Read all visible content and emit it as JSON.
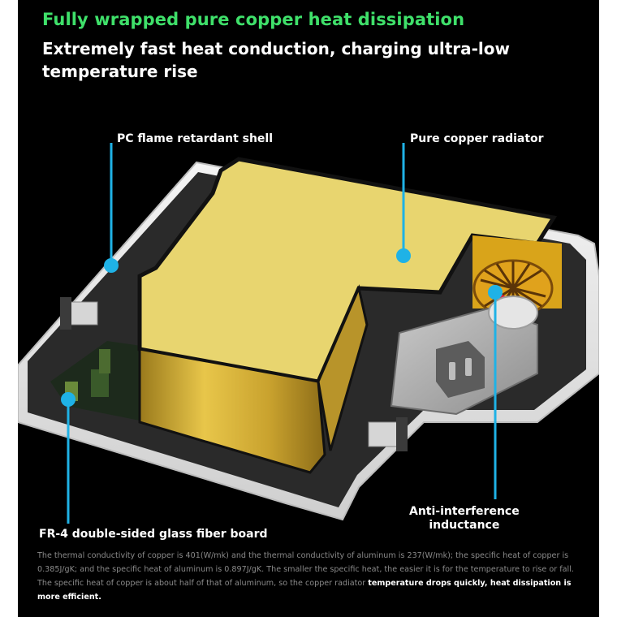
{
  "headline": {
    "line1": "Fully wrapped pure copper heat dissipation",
    "line2": "Extremely fast heat conduction, charging ultra-low temperature rise"
  },
  "callouts": {
    "shell": "PC flame retardant shell",
    "radiator": "Pure copper radiator",
    "board": "FR-4 double-sided glass fiber board",
    "inductance_line1": "Anti-interference",
    "inductance_line2": "inductance"
  },
  "footnote": {
    "plain": "The thermal conductivity of copper is 401(W/mk) and the thermal conductivity of aluminum is 237(W/mk); the specific heat of copper is 0.385J/gK; and the specific heat of aluminum is 0.897J/gK. The smaller the specific heat, the easier it is for the temperature to rise or fall. The specific heat of copper is about half of that of aluminum, so the copper radiator ",
    "highlight": "temperature drops quickly, heat dissipation is more efficient."
  },
  "colors": {
    "headline_green": "#3fe06a",
    "callout_blue": "#1fb2e6",
    "copper_gold": "#e8d56f",
    "background": "#000000"
  }
}
